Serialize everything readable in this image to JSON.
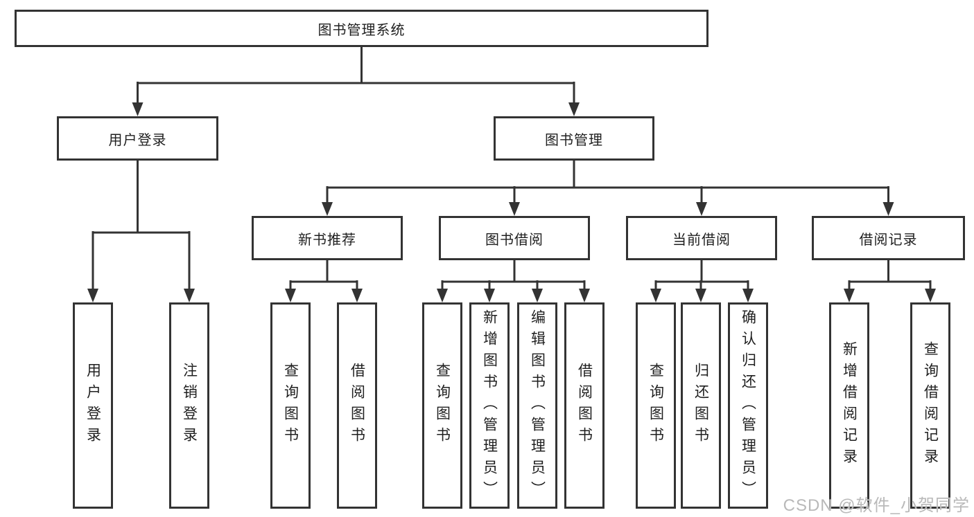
{
  "diagram": {
    "title": "图书管理系统",
    "branches": [
      {
        "label": "用户登录",
        "children": [
          {
            "label": "用户登录"
          },
          {
            "label": "注销登录"
          }
        ]
      },
      {
        "label": "图书管理",
        "children": [
          {
            "label": "新书推荐",
            "children": [
              {
                "label": "查询图书"
              },
              {
                "label": "借阅图书"
              }
            ]
          },
          {
            "label": "图书借阅",
            "children": [
              {
                "label": "查询图书"
              },
              {
                "label": "新增图书（管理员）"
              },
              {
                "label": "编辑图书（管理员）"
              },
              {
                "label": "借阅图书"
              }
            ]
          },
          {
            "label": "当前借阅",
            "children": [
              {
                "label": "查询图书"
              },
              {
                "label": "归还图书"
              },
              {
                "label": "确认归还（管理员）"
              }
            ]
          },
          {
            "label": "借阅记录",
            "children": [
              {
                "label": "新增借阅记录"
              },
              {
                "label": "查询借阅记录"
              }
            ]
          }
        ]
      }
    ]
  },
  "watermark": {
    "text": "CSDN @软件_小贺同学"
  },
  "colors": {
    "line": "#333333",
    "text": "#1f1f1f",
    "watermark": "#b9b9b9",
    "background": "#ffffff"
  }
}
